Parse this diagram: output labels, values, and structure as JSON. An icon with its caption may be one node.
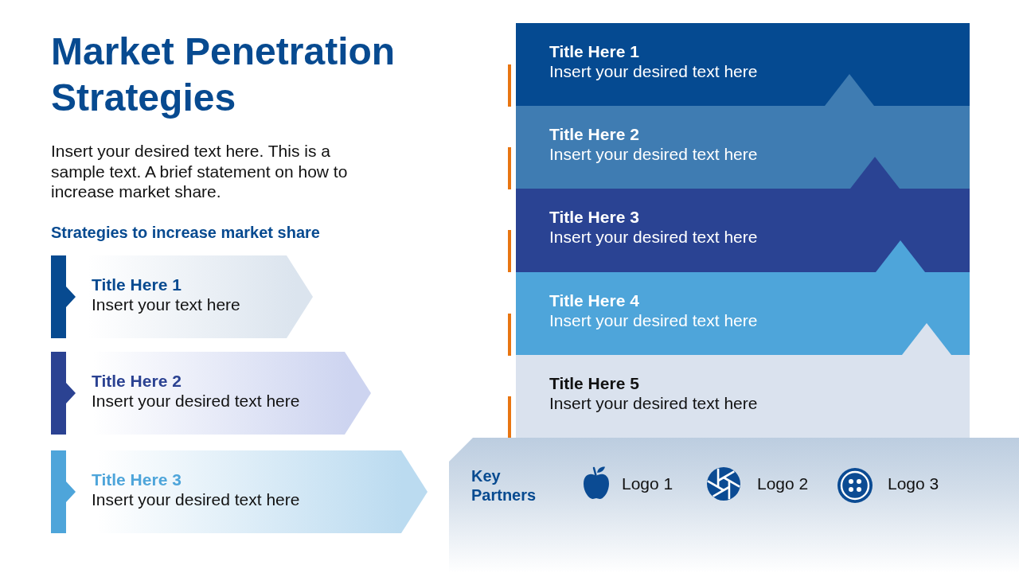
{
  "diagram": {
    "title": "Market Penetration Strategies",
    "nodes": [
      {
        "text": [
          "Title Here 1",
          "Insert your text here"
        ]
      },
      {
        "text": [
          "Title Here 2",
          "Insert your desired text here"
        ]
      },
      {
        "text": [
          "Title Here 3",
          "Insert your desired text here"
        ]
      },
      {
        "text": [
          "Title Here 1",
          "Insert your desired text here"
        ]
      },
      {
        "text": [
          "Title Here 2",
          "Insert your desired text here"
        ]
      },
      {
        "text": [
          "Title Here 3",
          "Insert your desired text here"
        ]
      },
      {
        "text": [
          "Title Here 4",
          "Insert your desired text here"
        ]
      },
      {
        "text": [
          "Title Here 5",
          "Insert your desired text here"
        ]
      },
      {
        "text": [
          "Key Partners",
          "Logo 1",
          "Logo 2",
          "Logo 3"
        ]
      }
    ],
    "labels": [
      "Insert your desired text here. This is a sample text. A brief statement on how to increase market share.",
      "Strategies to increase market share"
    ]
  }
}
